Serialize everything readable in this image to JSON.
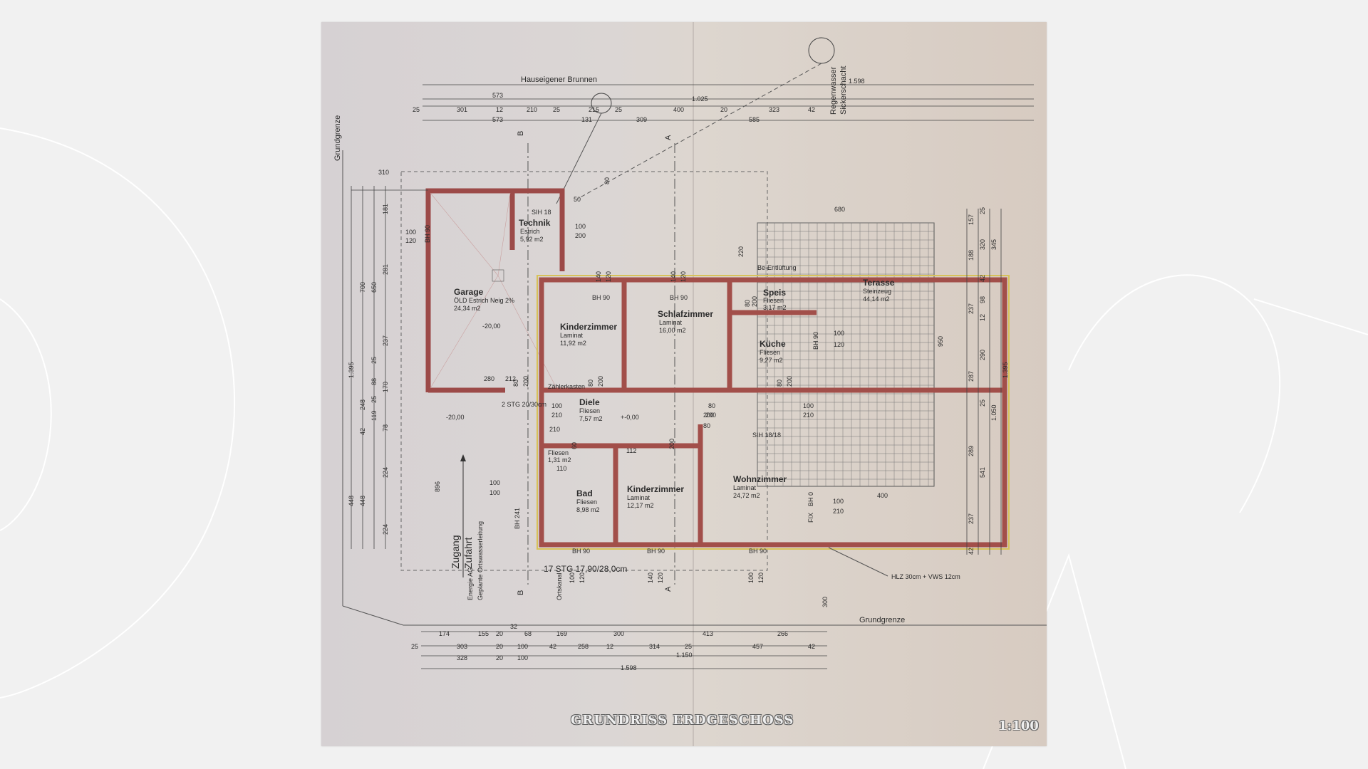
{
  "plan": {
    "title": "GRUNDRISS ERDGESCHOSS",
    "scale": "1:100",
    "rooms": {
      "technik": {
        "name": "Technik",
        "floor": "Estrich",
        "area": "5,92 m2"
      },
      "garage": {
        "name": "Garage",
        "floor": "ÖLD Estrich Neig 2%",
        "area": "24,34 m2"
      },
      "kinder1": {
        "name": "Kinderzimmer",
        "floor": "Laminat",
        "area": "11,92 m2"
      },
      "schlaf": {
        "name": "Schlafzimmer",
        "floor": "Laminat",
        "area": "16,00 m2"
      },
      "speis": {
        "name": "Speis",
        "floor": "Fliesen",
        "area": "3,17 m2"
      },
      "kueche": {
        "name": "Küche",
        "floor": "Fliesen",
        "area": "9,27 m2"
      },
      "terasse": {
        "name": "Terasse",
        "floor": "Steinzeug",
        "area": "44,14 m2"
      },
      "diele": {
        "name": "Diele",
        "floor": "Fliesen",
        "area": "7,57 m2"
      },
      "wc": {
        "floor": "Fliesen",
        "area": "1,31 m2"
      },
      "bad": {
        "name": "Bad",
        "floor": "Fliesen",
        "area": "8,98 m2"
      },
      "kinder2": {
        "name": "Kinderzimmer",
        "floor": "Laminat",
        "area": "12,17 m2"
      },
      "wohn": {
        "name": "Wohnzimmer",
        "floor": "Laminat",
        "area": "24,72 m2"
      }
    },
    "labels": {
      "brunnen": "Hauseigener Brunnen",
      "regenwasser": "Regenwasser",
      "sickerschacht": "Sickerschacht",
      "grundgrenze_left": "Grundgrenze",
      "grundgrenze_bottom": "Grundgrenze",
      "zugang": "Zugang",
      "zufahrt": "Zufahrt",
      "stair": "17 STG 17,90/28,0cm",
      "wall": "HLZ 30cm + VWS 12cm",
      "sih18": "SIH 18",
      "sih1818": "SIH 18/18",
      "zaehler": "Zählerkasten",
      "level": "+-0,00",
      "garage_level": "-20,00",
      "outside_level": "-20,00",
      "be_entlueftung": "Be-Entlüftung",
      "stg2": "2 STG 20/30cm",
      "energie": "Energie AG",
      "ortswasser": "Geplante Ortswasserleitung",
      "ortskanal": "Ortskanal"
    },
    "top_dims": {
      "row1": [
        "1.598"
      ],
      "row2": [
        "573",
        "1.025"
      ],
      "row3": [
        "25",
        "301",
        "12",
        "210",
        "25",
        "215",
        "25",
        "400",
        "20",
        "323",
        "42"
      ],
      "row4": [
        "573",
        "131",
        "309",
        "585"
      ]
    },
    "bottom_dims": {
      "row1": [
        "174",
        "155",
        "20",
        "32",
        "68",
        "169",
        "300",
        "413",
        "266"
      ],
      "row2": [
        "25",
        "303",
        "20",
        "100",
        "42",
        "258",
        "12",
        "314",
        "25",
        "457",
        "42"
      ],
      "row3": [
        "328",
        "20",
        "100",
        "1.150"
      ],
      "row4": [
        "1.598"
      ]
    },
    "left_dims": [
      "310",
      "1.395",
      "700",
      "650",
      "181",
      "281",
      "237",
      "25",
      "88",
      "170",
      "25",
      "248",
      "119",
      "78",
      "42",
      "448",
      "448",
      "224",
      "224"
    ],
    "right_dims": [
      "157",
      "25",
      "188",
      "320",
      "345",
      "42",
      "98",
      "12",
      "237",
      "290",
      "287",
      "25",
      "1.050",
      "289",
      "541",
      "237",
      "42",
      "1.395"
    ],
    "opening_dims": [
      "100",
      "120",
      "BH 90",
      "140",
      "120",
      "BH 90",
      "140",
      "120",
      "BH 90",
      "680",
      "220",
      "950",
      "100",
      "120",
      "BH 90",
      "80",
      "200",
      "80",
      "200",
      "80",
      "200",
      "100",
      "210",
      "100",
      "210",
      "80",
      "200",
      "BH 241",
      "100",
      "100",
      "896",
      "100",
      "120",
      "BH 90",
      "140",
      "120",
      "BH 90",
      "100",
      "120",
      "BH 90",
      "BH 0",
      "FIX",
      "100",
      "210",
      "400",
      "300",
      "112",
      "110",
      "60",
      "200",
      "50",
      "100",
      "200",
      "80",
      "210",
      "80",
      "200",
      "280",
      "212",
      "80",
      "200"
    ]
  }
}
